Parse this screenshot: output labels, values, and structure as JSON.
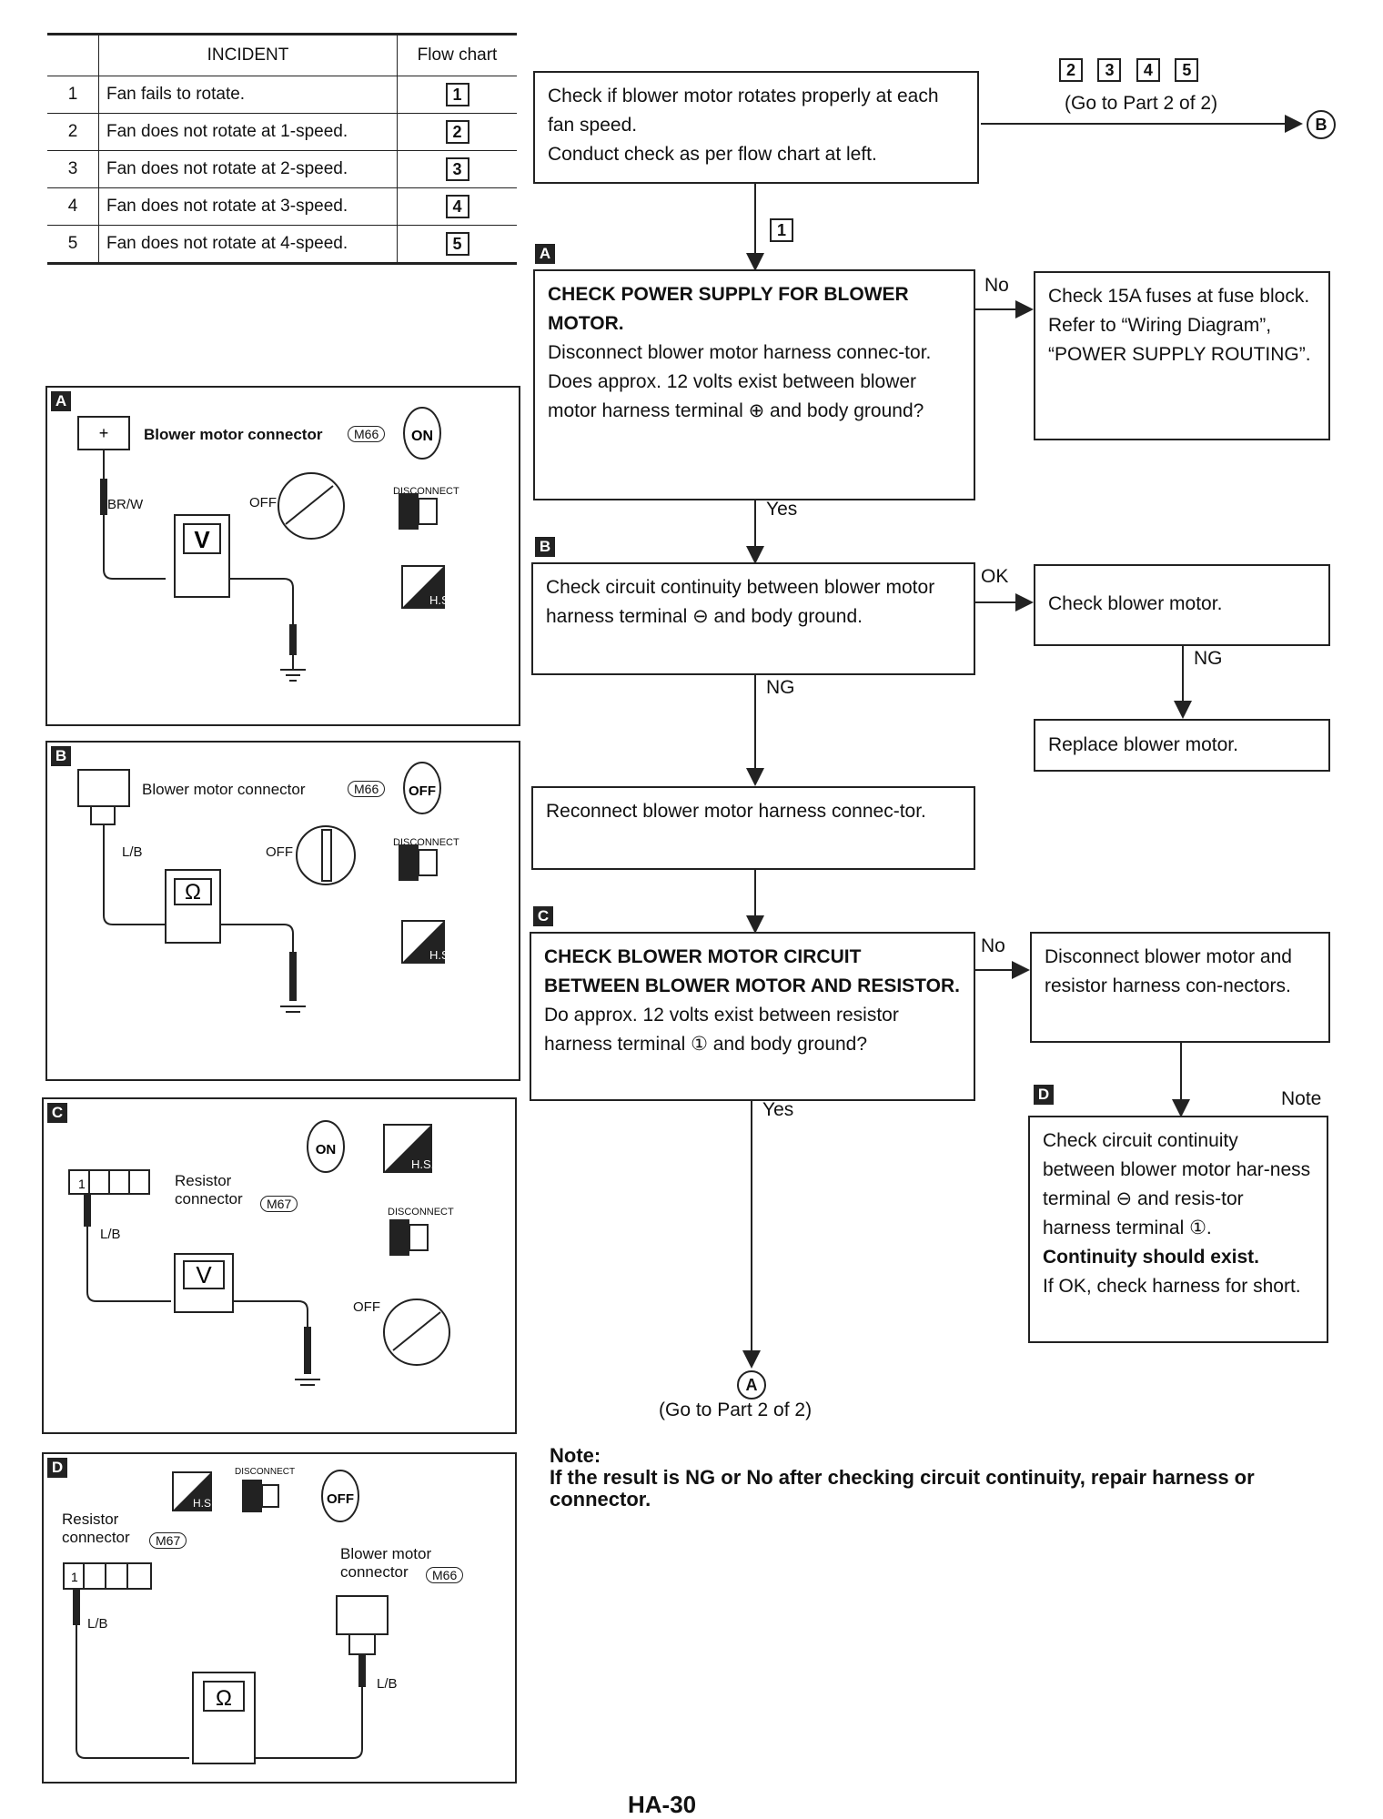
{
  "table": {
    "headers": [
      "",
      "INCIDENT",
      "Flow chart"
    ],
    "rows": [
      {
        "num": "1",
        "incident": "Fan fails to rotate.",
        "chart": "1"
      },
      {
        "num": "2",
        "incident": "Fan does not rotate at 1-speed.",
        "chart": "2"
      },
      {
        "num": "3",
        "incident": "Fan does not rotate at 2-speed.",
        "chart": "3"
      },
      {
        "num": "4",
        "incident": "Fan does not rotate at 3-speed.",
        "chart": "4"
      },
      {
        "num": "5",
        "incident": "Fan does not rotate at 4-speed.",
        "chart": "5"
      }
    ]
  },
  "flow": {
    "start": "Check if blower motor rotates properly at each fan speed.\nConduct check as per flow chart at left.",
    "goto_codes": [
      "2",
      "3",
      "4",
      "5"
    ],
    "goto_top": "(Go to Part 2 of 2)",
    "connector_b": "B",
    "branch_1": "1",
    "tag_a": "A",
    "step_a_title": "CHECK POWER SUPPLY FOR BLOWER MOTOR.",
    "step_a_body": "Disconnect blower motor harness connec-tor.\nDoes approx. 12 volts exist between blower motor harness terminal ⊕ and body ground?",
    "no_1": "No",
    "fuse_box": "Check 15A fuses at fuse block.\nRefer to “Wiring Diagram”, “POWER SUPPLY ROUTING”.",
    "yes_1": "Yes",
    "tag_b": "B",
    "step_b": "Check circuit continuity between blower motor harness terminal ⊖ and body ground.",
    "ok_1": "OK",
    "check_motor": "Check blower motor.",
    "ng_1": "NG",
    "replace_motor": "Replace blower motor.",
    "ng_2": "NG",
    "reconnect": "Reconnect blower motor harness connec-tor.",
    "tag_c": "C",
    "step_c_title": "CHECK BLOWER MOTOR CIRCUIT BETWEEN BLOWER MOTOR AND RESISTOR.",
    "step_c_body": "Do approx. 12 volts exist between resistor harness terminal ① and body ground?",
    "no_2": "No",
    "disconnect_box": "Disconnect blower motor and resistor harness con-nectors.",
    "tag_d": "D",
    "note_label": "Note",
    "step_d_body": "Check circuit continuity between blower motor har-ness terminal ⊖ and resis-tor harness terminal ①.",
    "step_d_bold": "Continuity should exist.",
    "step_d_tail": "If OK, check harness for short.",
    "yes_2": "Yes",
    "connector_a": "A",
    "goto_bottom": "(Go to Part 2 of 2)"
  },
  "note": {
    "title": "Note:",
    "text": "If the result is NG or No after checking circuit continuity, repair harness or connector."
  },
  "panels": {
    "a": {
      "tag": "A",
      "connector": "Blower motor connector",
      "code": "M66",
      "wire": "BR/W",
      "meter": "V",
      "ign": "ON",
      "off": "OFF",
      "disc": "DISCONNECT",
      "hs": "H.S."
    },
    "b": {
      "tag": "B",
      "connector": "Blower motor connector",
      "code": "M66",
      "wire": "L/B",
      "meter": "Ω",
      "ign": "OFF",
      "off": "OFF",
      "disc": "DISCONNECT",
      "hs": "H.S."
    },
    "c": {
      "tag": "C",
      "connector": "Resistor connector",
      "code": "M67",
      "wire": "L/B",
      "meter": "V",
      "ign": "ON",
      "off": "OFF",
      "disc": "DISCONNECT",
      "hs": "H.S."
    },
    "d": {
      "tag": "D",
      "connector1": "Resistor connector",
      "code1": "M67",
      "connector2": "Blower motor connector",
      "code2": "M66",
      "wire1": "L/B",
      "wire2": "L/B",
      "meter": "Ω",
      "ign": "OFF",
      "disc": "DISCONNECT",
      "hs": "H.S."
    }
  },
  "footer": "HA-30"
}
